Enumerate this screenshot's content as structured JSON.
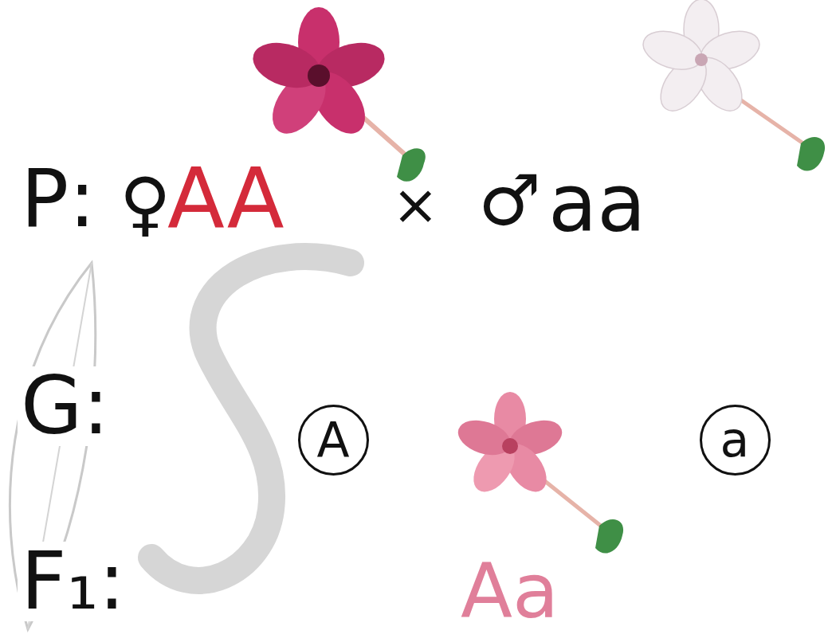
{
  "diagram": {
    "nodes": [
      {
        "text": [
          "A"
        ]
      },
      {
        "text": [
          "a"
        ]
      }
    ],
    "labels": [
      "P:",
      "♀",
      "AA",
      "×",
      "♂",
      "aa",
      "G:",
      "F₁:",
      "Aa"
    ]
  }
}
